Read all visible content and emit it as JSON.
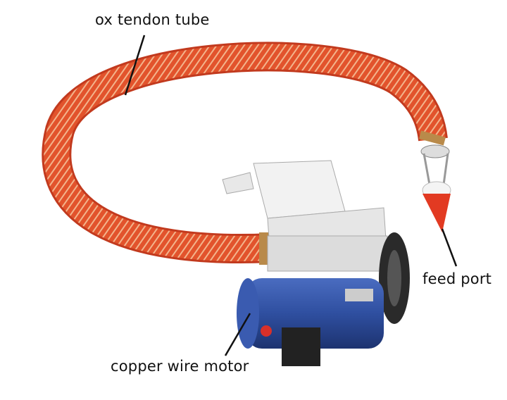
{
  "labels": {
    "tube": "ox tendon tube",
    "feed": "feed port",
    "motor": "copper wire motor"
  },
  "colors": {
    "hose": "#e2532c",
    "hose_stripe": "#f3b48c",
    "motor": "#2f4fa0",
    "hopper": "#eeeeee",
    "cone": "#e23a22"
  }
}
